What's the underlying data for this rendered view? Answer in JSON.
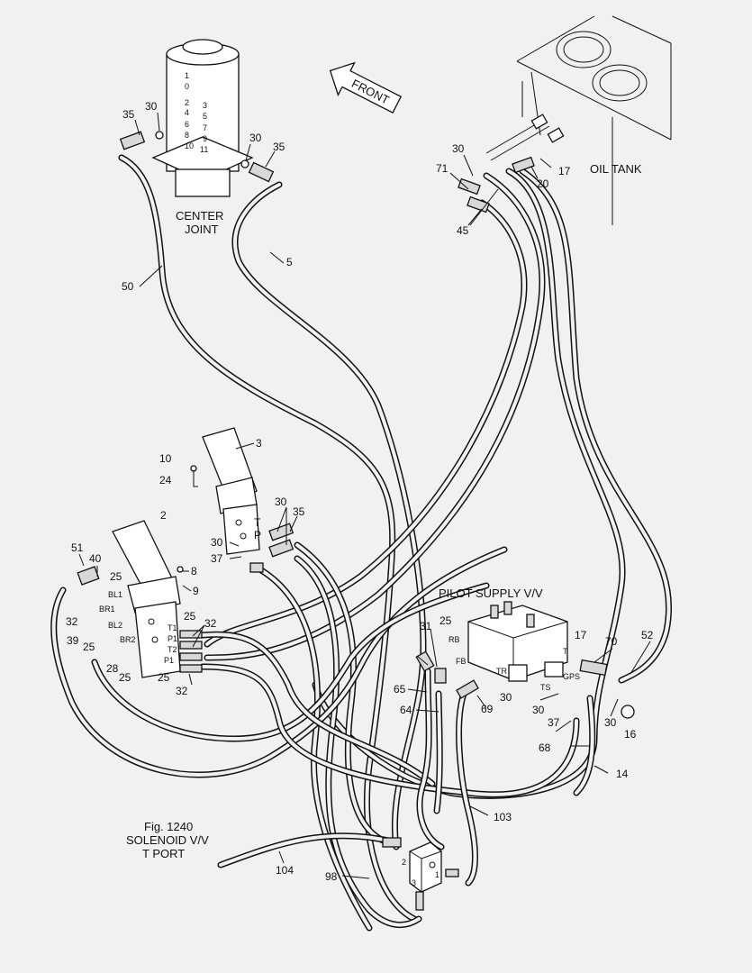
{
  "titles": {
    "center_joint": [
      "CENTER",
      "JOINT"
    ],
    "oil_tank": "OIL TANK",
    "front": "FRONT",
    "pilot_supply": "PILOT SUPPLY V/V",
    "solenoid_ref": [
      "Fig. 1240",
      "SOLENOID V/V",
      "T  PORT"
    ]
  },
  "center_joint_ports": [
    "1",
    "0",
    "2",
    "4",
    "6",
    "8",
    "10",
    "3",
    "5",
    "7",
    "9",
    "11"
  ],
  "callouts": {
    "c35a": "35",
    "c30a": "30",
    "c30b": "30",
    "c35b": "35",
    "c50": "50",
    "c5": "5",
    "c30c": "30",
    "c71": "71",
    "c45": "45",
    "c17a": "17",
    "c20": "20",
    "c3": "3",
    "c10": "10",
    "c24": "24",
    "c30d": "30",
    "c35c": "35",
    "c30e": "30",
    "c37a": "37",
    "c2": "2",
    "c51": "51",
    "c40": "40",
    "c25a": "25",
    "c8": "8",
    "c9": "9",
    "c32a": "32",
    "c39": "39",
    "c25b": "25",
    "c28": "28",
    "c25c": "25",
    "c25d": "25",
    "c32b": "32",
    "c25e": "25",
    "c32c": "32",
    "c31": "31",
    "c25f": "25",
    "c65": "65",
    "c64": "64",
    "c69": "69",
    "c30f": "30",
    "c17b": "17",
    "c70": "70",
    "c52": "52",
    "c30g": "30",
    "c37b": "37",
    "c30h": "30",
    "c16": "16",
    "c68": "68",
    "c14": "14",
    "c103": "103",
    "c104": "104",
    "c98": "98"
  },
  "port_labels": {
    "t": "T",
    "p": "P",
    "bl1": "BL1",
    "br1": "BR1",
    "bl2": "BL2",
    "br2": "BR2",
    "t1": "T1",
    "p1": "P1",
    "t2": "T2",
    "p1b": "P1",
    "rb": "RB",
    "fb": "FB",
    "tr": "TR",
    "ts": "TS",
    "gps": "GPS",
    "t_valve": "T",
    "sol_2": "2",
    "sol_1": "1",
    "sol_3": "3"
  }
}
